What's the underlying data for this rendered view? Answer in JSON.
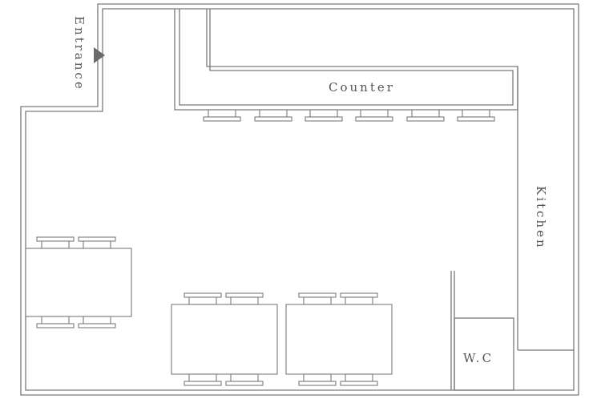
{
  "floor_plan": {
    "labels": {
      "entrance": "Entrance",
      "counter": "Counter",
      "kitchen": "Kitchen",
      "wc": "W.C"
    },
    "counter_stool_count": 6,
    "table_count": 3,
    "chairs_per_table": 4,
    "colors": {
      "line": "#7a7a7a",
      "text": "#555555",
      "background": "#ffffff"
    },
    "icons": {
      "entrance_marker": "triangle-arrow-right"
    }
  }
}
